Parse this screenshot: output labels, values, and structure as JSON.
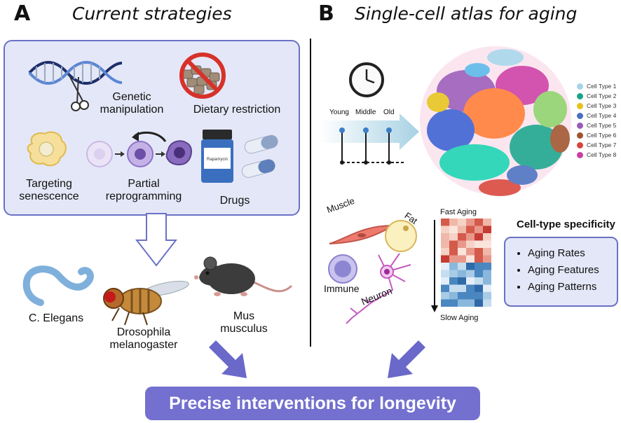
{
  "panel_a": {
    "letter": "A",
    "title": "Current strategies",
    "strategies": {
      "genetic": "Genetic\nmanipulation",
      "dietary": "Dietary restriction",
      "senescence": "Targeting\nsenescence",
      "reprogramming": "Partial\nreprogramming",
      "drugs": "Drugs",
      "bottle_label": "Rapamycin"
    },
    "organisms": {
      "worm": "C. Elegans",
      "fly": "Drosophila\nmelanogaster",
      "mouse": "Mus\nmusculus"
    }
  },
  "panel_b": {
    "letter": "B",
    "title": "Single-cell atlas for aging",
    "timeline": [
      "Young",
      "Middle",
      "Old"
    ],
    "legend": [
      {
        "label": "Cell Type 1",
        "color": "#a6d4ea"
      },
      {
        "label": "Cell Type 2",
        "color": "#1aa38b"
      },
      {
        "label": "Cell Type 3",
        "color": "#e6c21a"
      },
      {
        "label": "Cell Type 4",
        "color": "#4a6fc0"
      },
      {
        "label": "Cell Type 5",
        "color": "#9a5ab8"
      },
      {
        "label": "Cell Type 6",
        "color": "#a0522d"
      },
      {
        "label": "Cell Type 7",
        "color": "#d9443a"
      },
      {
        "label": "Cell Type 8",
        "color": "#cc3da3"
      }
    ],
    "cells": {
      "muscle": "Muscle",
      "fat": "Fat",
      "immune": "Immune",
      "neuron": "Neuron"
    },
    "heatmap": {
      "top": "Fast Aging",
      "bottom": "Slow Aging"
    },
    "specificity": {
      "title": "Cell-type specificity",
      "items": [
        "Aging Rates",
        "Aging Features",
        "Aging Patterns"
      ]
    }
  },
  "banner": "Precise interventions for longevity"
}
